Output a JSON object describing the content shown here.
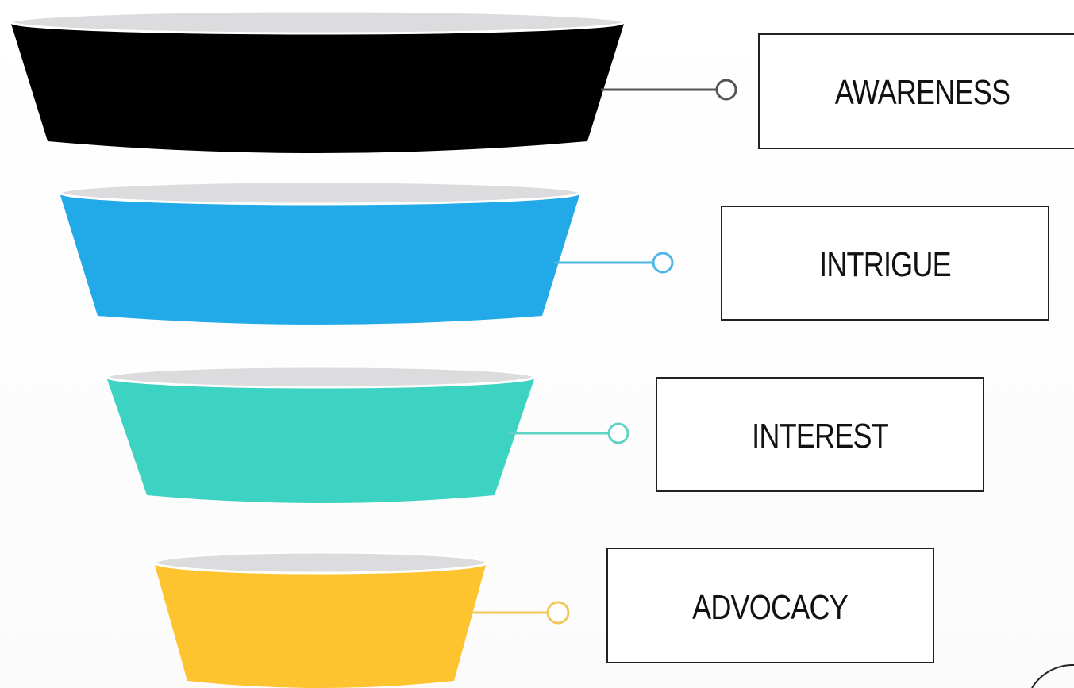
{
  "funnel": {
    "stages": [
      {
        "label": "AWARENESS",
        "color": "#000000",
        "connector_color": "#555555"
      },
      {
        "label": "INTRIGUE",
        "color": "#22a9e8",
        "connector_color": "#4fb7e4"
      },
      {
        "label": "INTEREST",
        "color": "#3dd3c3",
        "connector_color": "#5fd2c6"
      },
      {
        "label": "ADVOCACY",
        "color": "#fdc42f",
        "connector_color": "#f2c85a"
      }
    ],
    "rim_color": "#dcdcde"
  }
}
